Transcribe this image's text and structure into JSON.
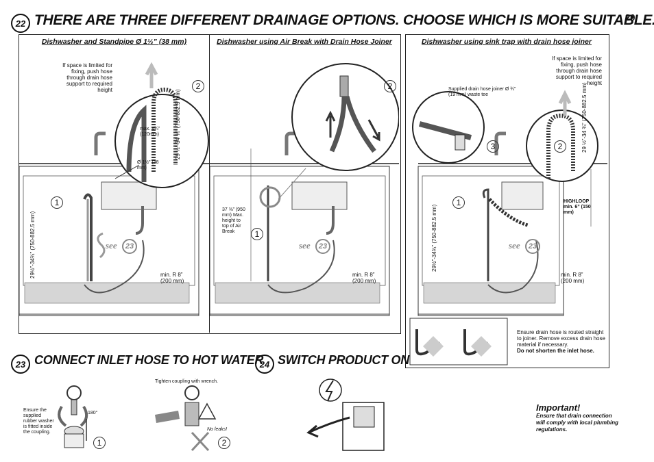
{
  "page_number": "20",
  "step22": {
    "number": "22",
    "title": "THERE ARE THREE DIFFERENT DRAINAGE OPTIONS. CHOOSE WHICH IS MORE SUITABLE."
  },
  "panel1": {
    "title": "Dishwasher and Standpipe Ø 1½” (38 mm)",
    "push_note": "If space is limited for fixing, push hose through drain hose support to required height",
    "max_label": "max. 4¾” (120mm)",
    "height_label": "29 ½”-34 ¾” (750-882.5 mm)",
    "pipe_label": "Ø 1½” (38 mm)",
    "side_label": "29½”-34¾” (750-882.5 mm)",
    "radius_label": "min. R 8” (200 mm)",
    "see_text": "see",
    "see_ref": "23",
    "callout1": "1",
    "callout2": "2"
  },
  "panel2": {
    "title": "Dishwasher using Air Break with Drain Hose Joiner",
    "height_label": "37 ⅜” (950 mm) Max. height to top of Air Break",
    "radius_label": "min. R 8” (200 mm)",
    "see_text": "see",
    "see_ref": "23",
    "callout1": "1",
    "callout2": "2"
  },
  "panel3": {
    "title": "Dishwasher using sink trap with drain hose joiner",
    "joiner_note": "Supplied drain hose joiner Ø ¾” (19 mm) waste tee",
    "push_note": "If space is limited for fixing, push hose through drain hose support to required height",
    "height_label": "29 ½”-34 ¾” (750-882.5 mm)",
    "side_label": "29½”-34¾” (750-882.5 mm)",
    "highloop_label": "HIGHLOOP min. 6” (150 mm)",
    "radius_label": "min. R 8” (200 mm)",
    "see_text": "see",
    "see_ref": "23",
    "callout1": "1",
    "callout2": "2",
    "callout3": "3",
    "routing_note": "Ensure drain hose is routed straight to joiner. Remove excess drain hose material if necessary.",
    "routing_bold": "Do not shorten the inlet hose."
  },
  "step23": {
    "number": "23",
    "title": "CONNECT INLET HOSE TO HOT WATER",
    "washer_note": "Ensure the supplied rubber washer is fitted inside the coupling.",
    "angle_label": "180°",
    "wrench_note": "Tighten coupling with wrench.",
    "leak_note": "No leaks!",
    "callout1": "1",
    "callout2": "2"
  },
  "step24": {
    "number": "24",
    "title": "SWITCH PRODUCT ON"
  },
  "important": {
    "title": "Important!",
    "text": "Ensure that drain connection will comply with local plumbing regulations."
  }
}
